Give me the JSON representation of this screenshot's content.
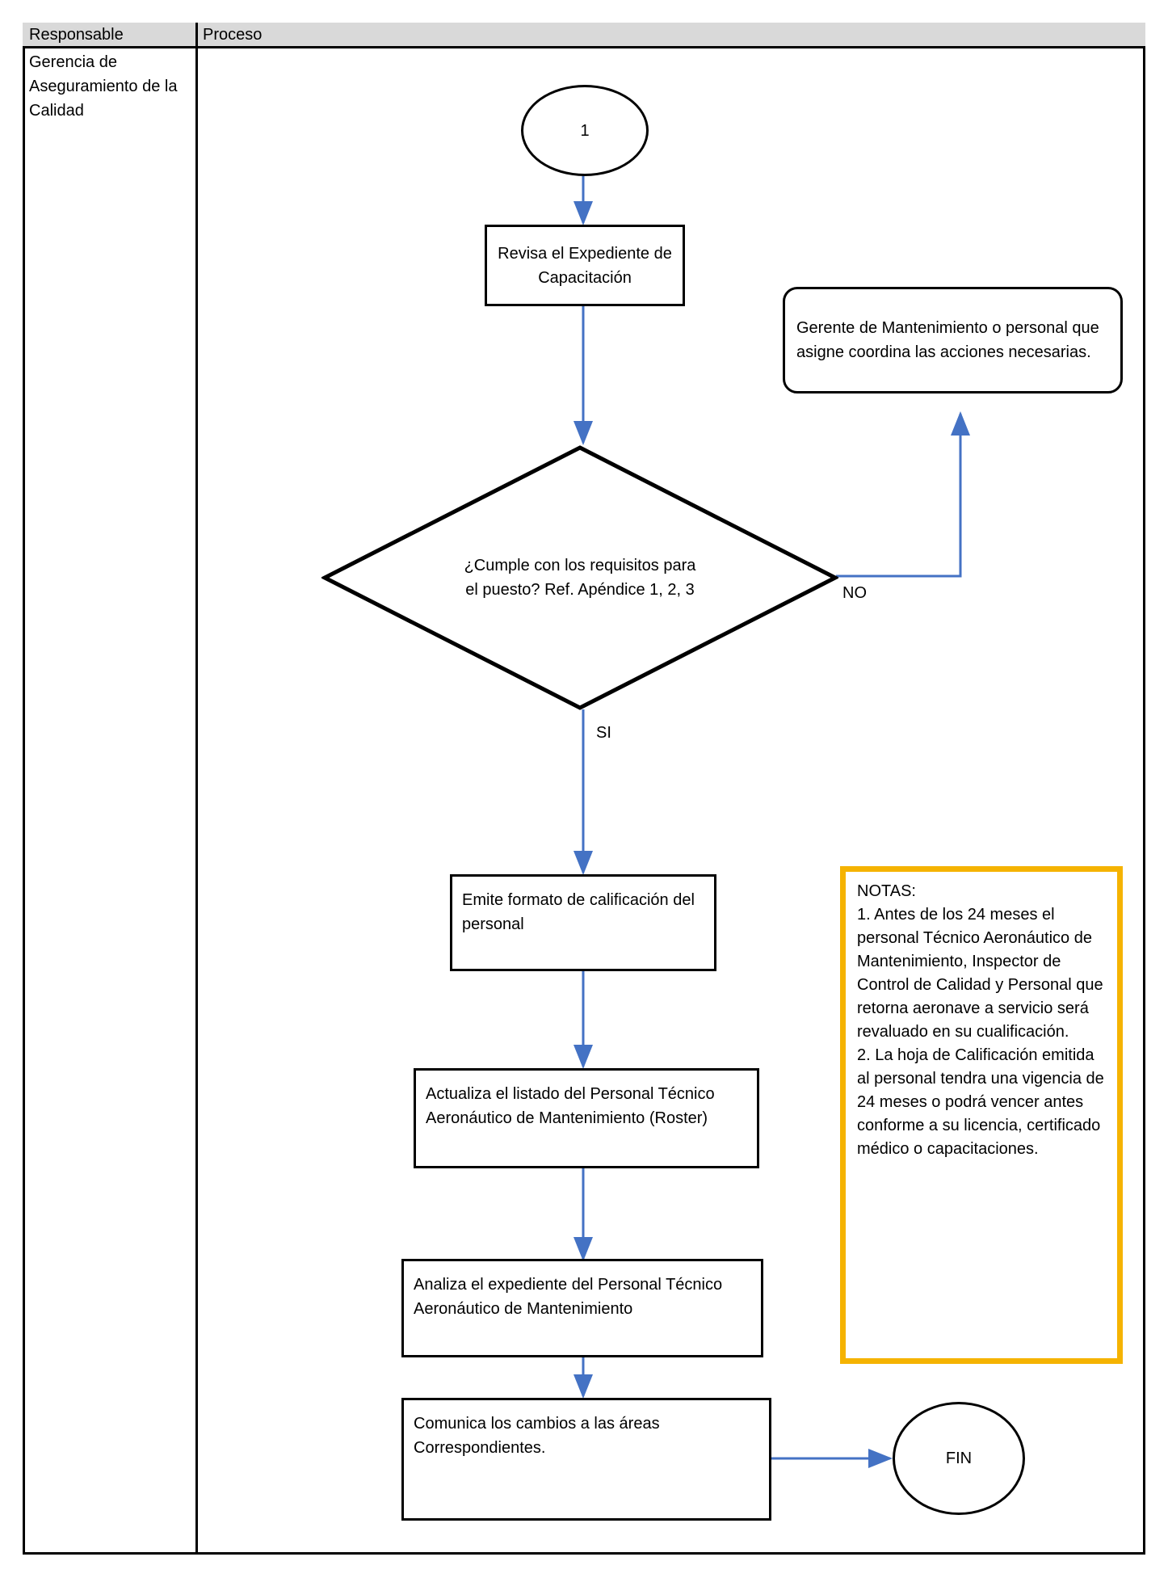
{
  "table": {
    "headers": {
      "responsable": "Responsable",
      "proceso": "Proceso"
    },
    "responsable_value": "Gerencia de Aseguramiento de la Calidad"
  },
  "flowchart": {
    "start_node": {
      "label": "1",
      "shape": "circle"
    },
    "steps": [
      {
        "id": "revisa",
        "label": "Revisa el Expediente de Capacitación",
        "shape": "process"
      },
      {
        "id": "decision",
        "label": "¿Cumple con los requisitos para el puesto? Ref. Apéndice 1, 2, 3",
        "shape": "diamond"
      },
      {
        "id": "gerente",
        "label": "Gerente de Mantenimiento o personal que asigne coordina las acciones necesarias.",
        "shape": "rounded"
      },
      {
        "id": "emite",
        "label": "Emite formato de calificación del personal",
        "shape": "process"
      },
      {
        "id": "actualiza",
        "label": "Actualiza el listado del Personal Técnico Aeronáutico de Mantenimiento (Roster)",
        "shape": "process"
      },
      {
        "id": "analiza",
        "label": "Analiza el expediente del Personal Técnico Aeronáutico de Mantenimiento",
        "shape": "process"
      },
      {
        "id": "comunica",
        "label": "Comunica los cambios a las áreas Correspondientes.",
        "shape": "process"
      }
    ],
    "end_node": {
      "label": "FIN",
      "shape": "circle"
    },
    "edge_labels": {
      "no": "NO",
      "si": "SI"
    }
  },
  "notes": {
    "text": "NOTAS:\n1. Antes de los 24 meses el personal Técnico Aeronáutico de Mantenimiento, Inspector de Control de Calidad y Personal que retorna aeronave a servicio será revaluado en su cualificación.\n2. La hoja de Calificación emitida al personal tendra una vigencia de 24 meses o podrá vencer antes conforme a su licencia, certificado médico o capacitaciones.",
    "border_color": "#f5b301"
  },
  "colors": {
    "connector": "#4472c4",
    "shape_border": "#000000",
    "header_bg": "#d9d9d9",
    "notes_border": "#f5b301"
  }
}
